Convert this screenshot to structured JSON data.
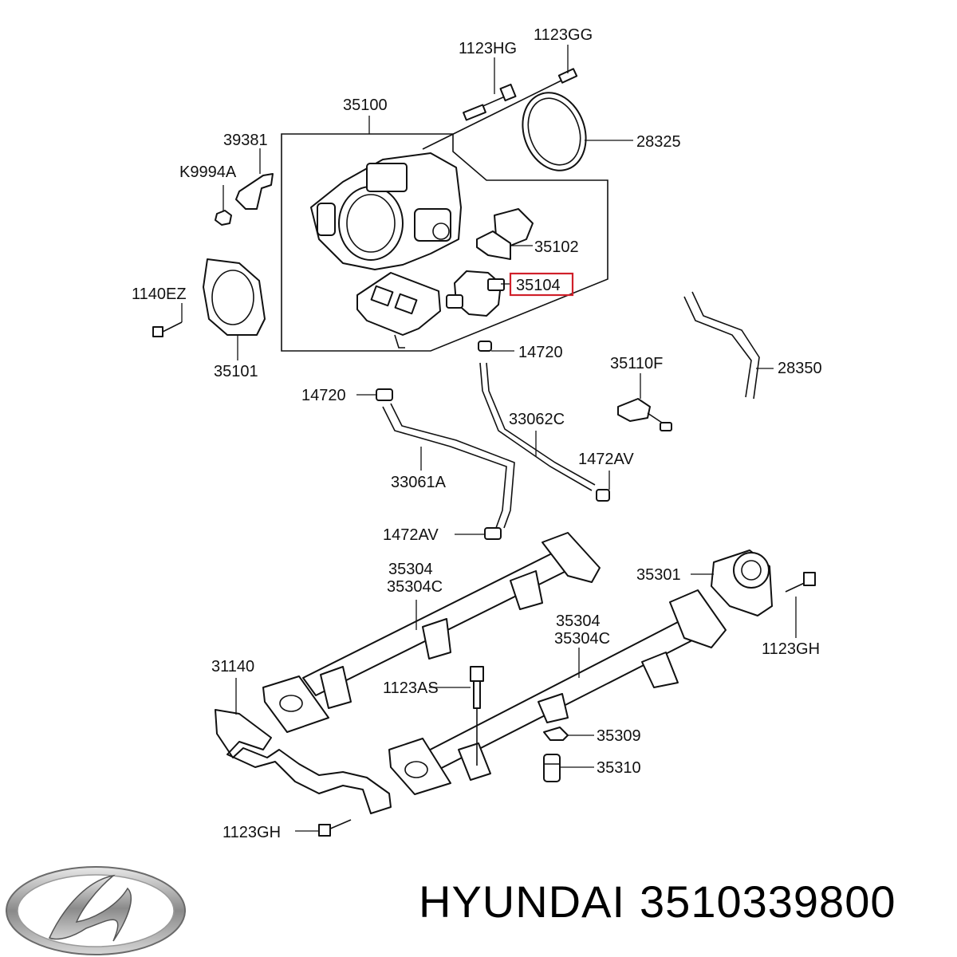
{
  "labels": {
    "p1123hg": "1123HG",
    "p1123gg": "1123GG",
    "p35100": "35100",
    "p28325": "28325",
    "p39381": "39381",
    "pk9994a": "K9994A",
    "p35102": "35102",
    "p1140ez": "1140EZ",
    "p35104": "35104",
    "p14720_a": "14720",
    "p35101": "35101",
    "p35110f": "35110F",
    "p28350": "28350",
    "p14720_b": "14720",
    "p33062c": "33062C",
    "p1472av_a": "1472AV",
    "p33061a": "33061A",
    "p1472av_b": "1472AV",
    "p35304_a": "35304",
    "p35304c_a": "35304C",
    "p35301": "35301",
    "p35304_b": "35304",
    "p35304c_b": "35304C",
    "p1123gh_a": "1123GH",
    "p31140": "31140",
    "p1123as": "1123AS",
    "p35309": "35309",
    "p35310": "35310",
    "p1123gh_b": "1123GH"
  },
  "caption": {
    "brand": "HYUNDAI",
    "part_number": "3510339800"
  },
  "colors": {
    "highlight": "#d0202a",
    "line": "#111111"
  },
  "logo": "hyundai-logo"
}
